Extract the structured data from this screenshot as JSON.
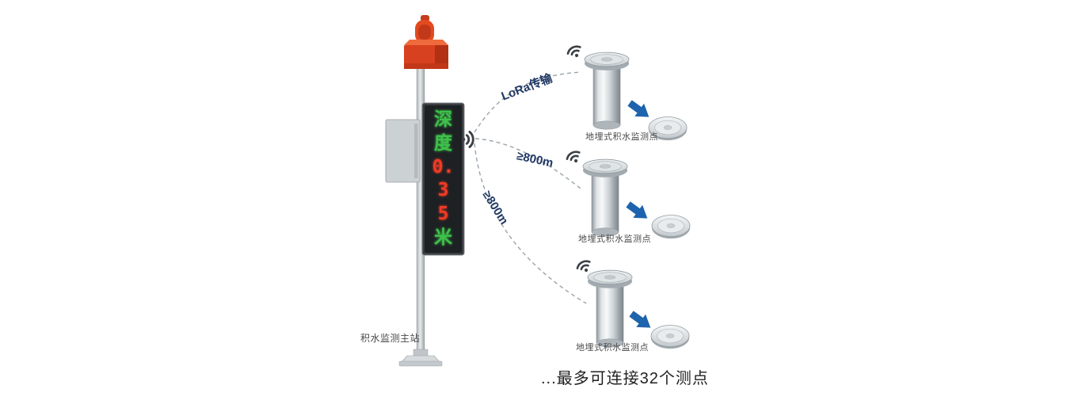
{
  "station": {
    "label": "积水监测主站",
    "display": {
      "rows": [
        {
          "text": "深",
          "color": "#3ec14a"
        },
        {
          "text": "度",
          "color": "#3ec14a"
        },
        {
          "text": "0.",
          "color": "#ef3b25"
        },
        {
          "text": "3",
          "color": "#ef3b25"
        },
        {
          "text": "5",
          "color": "#ef3b25"
        },
        {
          "text": "米",
          "color": "#3ec14a"
        }
      ]
    }
  },
  "links": {
    "lora_label": "LoRa传输",
    "distance_mid": "≥800m",
    "distance_bottom": "≥800m"
  },
  "sensors": [
    {
      "label": "地埋式积水监测点"
    },
    {
      "label": "地埋式积水监测点"
    },
    {
      "label": "地埋式积水监测点"
    }
  ],
  "footer_note": "...最多可连接32个测点",
  "colors": {
    "beacon_red": "#d8411f",
    "led_green": "#3ec14a",
    "led_red": "#ef3b25",
    "arrow_blue": "#1e63ad",
    "link_label_text": "#1f3864",
    "dashed_line": "#9aa3a9",
    "label_text": "#4a4a4a",
    "steel_light": "#f5f7f8",
    "steel_dark": "#8f979d"
  }
}
